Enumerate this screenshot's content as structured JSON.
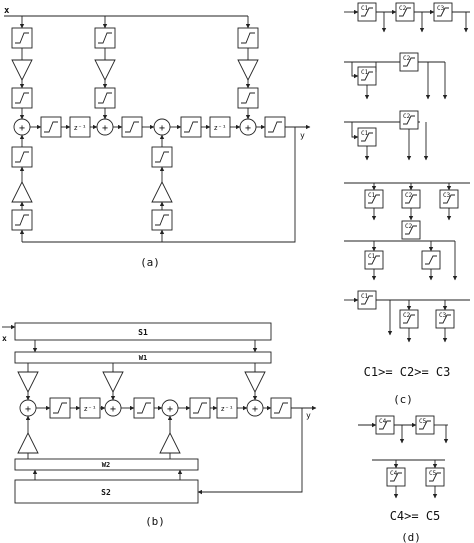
{
  "labels": {
    "x_input_a": "x",
    "y_output_a": "y",
    "x_input_b": "x",
    "y_output_b": "y",
    "caption_a": "(a)",
    "caption_b": "(b)",
    "caption_c": "(c)",
    "caption_d": "(d)",
    "delay": "z⁻¹",
    "sum": "+",
    "s1": "S1",
    "w1": "W1",
    "w2": "W2",
    "s2": "S2",
    "c1": "C1",
    "c2": "C2",
    "c3": "C3",
    "c4": "C4",
    "c5": "C5",
    "ineq_c": "C1>= C2>= C3",
    "ineq_d": "C4>= C5"
  }
}
